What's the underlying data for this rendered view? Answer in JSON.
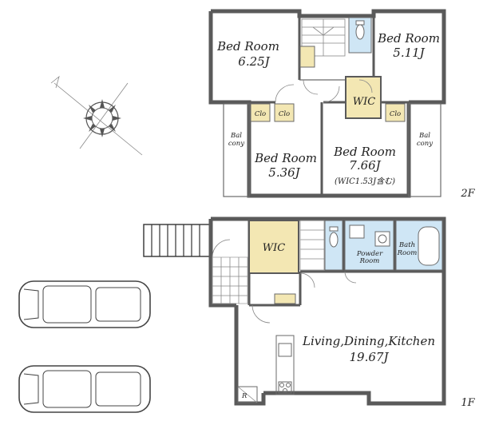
{
  "floor2": {
    "floor_label": "2F",
    "bed_nw": {
      "name": "Bed Room",
      "size": "6.25J"
    },
    "bed_ne": {
      "name": "Bed Room",
      "size": "5.11J"
    },
    "bed_sw": {
      "name": "Bed Room",
      "size": "5.36J"
    },
    "bed_se": {
      "name": "Bed Room",
      "size": "7.66J",
      "note": "(WIC1.53J含む)"
    },
    "wic": "WIC",
    "clo_1": "Clo",
    "clo_2": "Clo",
    "clo_3": "Clo",
    "balcony_left": [
      "Bal",
      "cony"
    ],
    "balcony_right": [
      "Bal",
      "cony"
    ]
  },
  "floor1": {
    "floor_label": "1F",
    "wic": "WIC",
    "powder_room": [
      "Powder",
      "Room"
    ],
    "bath_room": [
      "Bath",
      "Room"
    ],
    "ldk": {
      "name": "Living,Dining,Kitchen",
      "size": "19.67J"
    },
    "refrigerator_mark": "R"
  },
  "colors": {
    "wic_fill": "#f3e7b3",
    "closet_fill": "#f3e7b3",
    "wet_fill": "#cfe6f5",
    "wall": "#5a5a5a"
  },
  "icons": [
    "compass-icon",
    "car-icon",
    "stairs-icon"
  ]
}
